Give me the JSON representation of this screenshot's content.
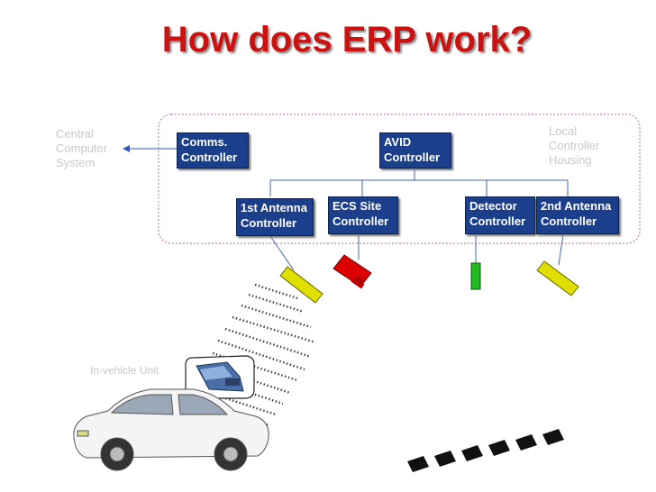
{
  "title": "How does ERP work?",
  "labels": {
    "central": [
      "Central",
      "Computer",
      "System"
    ],
    "local": [
      "Local",
      "Controller",
      "Housing"
    ],
    "in_vehicle": "In-vehicle Unit"
  },
  "controllers": {
    "comms": [
      "Comms.",
      "Controller"
    ],
    "avid": [
      "AVID",
      "Controller"
    ],
    "antenna1": [
      "1st Antenna",
      "Controller"
    ],
    "ecs": [
      "ECS Site",
      "Controller"
    ],
    "detector": [
      "Detector",
      "Controller"
    ],
    "antenna2": [
      "2nd Antenna",
      "Controller"
    ]
  },
  "colors": {
    "title": "#cc1111",
    "controller_bg": "#1b3f8a",
    "housing_border": "#c080c0",
    "antenna": "#e0e000",
    "camera": "#dd0000",
    "detector": "#22bb22"
  }
}
